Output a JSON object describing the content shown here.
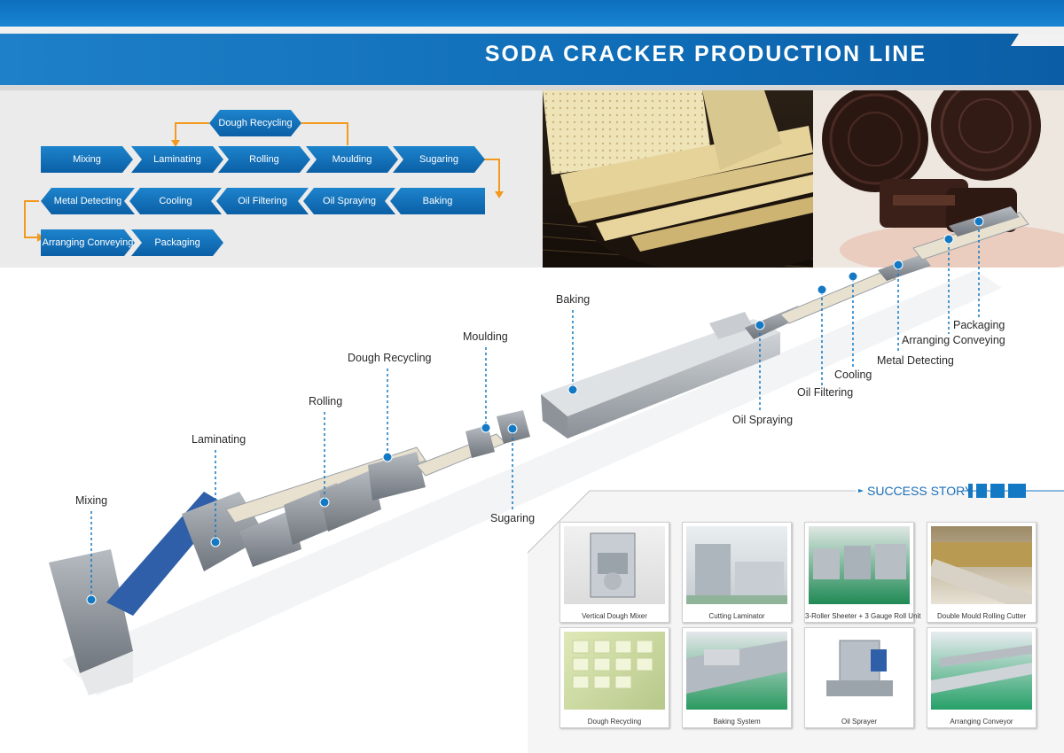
{
  "header": {
    "title": "SODA CRACKER PRODUCTION LINE"
  },
  "flow": {
    "recycle": "Dough Recycling",
    "row1": [
      "Mixing",
      "Laminating",
      "Rolling",
      "Moulding",
      "Sugaring"
    ],
    "row2": [
      "Metal Detecting",
      "Cooling",
      "Oil Filtering",
      "Oil Spraying",
      "Baking"
    ],
    "row3": [
      "Arranging Conveying",
      "Packaging"
    ],
    "colors": {
      "chevron": "#1479c4",
      "arrow": "#f39a1e"
    }
  },
  "machine_labels": {
    "mixing": "Mixing",
    "laminating": "Laminating",
    "rolling": "Rolling",
    "dough_recycling": "Dough Recycling",
    "moulding": "Moulding",
    "sugaring": "Sugaring",
    "baking": "Baking",
    "oil_spraying": "Oil Spraying",
    "oil_filtering": "Oil Filtering",
    "cooling": "Cooling",
    "metal_detecting": "Metal Detecting",
    "arranging_conveying": "Arranging Conveying",
    "packaging": "Packaging"
  },
  "success_story": {
    "title": "SUCCESS STORY",
    "items": [
      "Vertical Dough Mixer",
      "Cutting Laminator",
      "3-Roller Sheeter + 3 Gauge Roll Unit",
      "Double Mould Rolling Cutter",
      "Dough Recycling",
      "Baking System",
      "Oil Sprayer",
      "Arranging Conveyor"
    ]
  },
  "colors": {
    "brand_blue": "#1479c4",
    "accent_orange": "#f39a1e"
  }
}
